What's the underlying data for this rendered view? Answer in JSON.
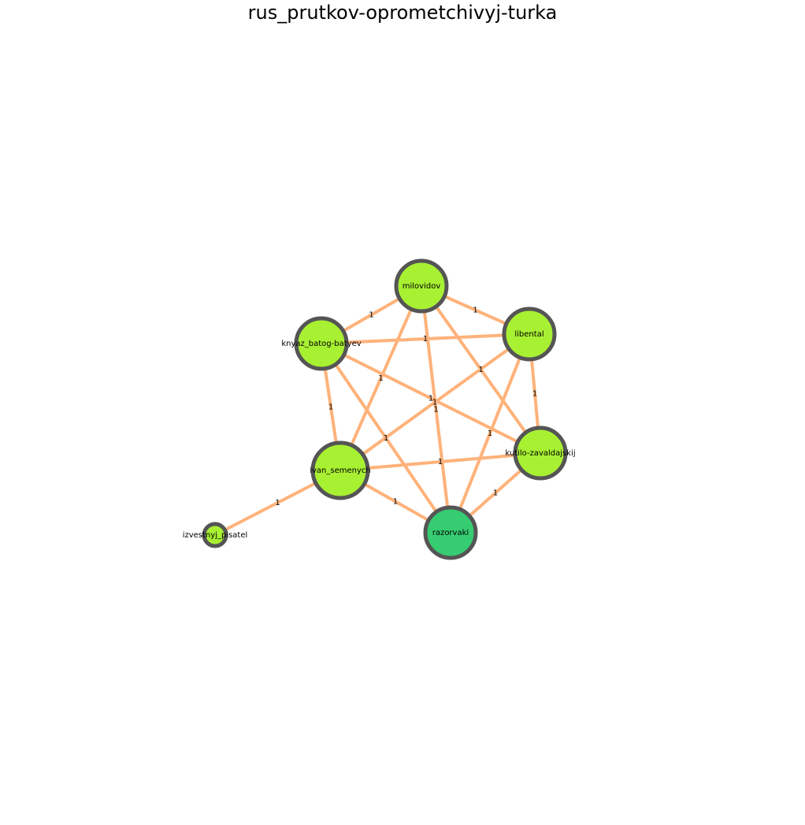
{
  "title": "rus_prutkov-oprometchivyj-turka",
  "colors": {
    "edge": "#ffb27a",
    "node_default": "#a8f032",
    "node_highlight": "#35cc72",
    "node_stroke": "#555555"
  },
  "nodes": [
    {
      "id": "milovidov",
      "label": "milovidov",
      "color": "#a8f032"
    },
    {
      "id": "libental",
      "label": "libental",
      "color": "#a8f032"
    },
    {
      "id": "knyaz_batog-batyev",
      "label": "knyaz_batog-batyev",
      "color": "#a8f032"
    },
    {
      "id": "kutilo-zavaldajskij",
      "label": "kutilo-zavaldajskij",
      "color": "#a8f032"
    },
    {
      "id": "ivan_semenych",
      "label": "ivan_semenych",
      "color": "#a8f032"
    },
    {
      "id": "razorvaki",
      "label": "razorvaki",
      "color": "#35cc72"
    },
    {
      "id": "izvestnyj_pisatel",
      "label": "izvestnyj_pisatel",
      "color": "#a8f032"
    }
  ],
  "edges": [
    {
      "source": "milovidov",
      "target": "libental",
      "label": "1"
    },
    {
      "source": "milovidov",
      "target": "knyaz_batog-batyev",
      "label": "1"
    },
    {
      "source": "milovidov",
      "target": "ivan_semenych",
      "label": "1"
    },
    {
      "source": "milovidov",
      "target": "razorvaki",
      "label": "1"
    },
    {
      "source": "milovidov",
      "target": "kutilo-zavaldajskij",
      "label": "1"
    },
    {
      "source": "libental",
      "target": "knyaz_batog-batyev",
      "label": "1"
    },
    {
      "source": "libental",
      "target": "kutilo-zavaldajskij",
      "label": "1"
    },
    {
      "source": "libental",
      "target": "ivan_semenych",
      "label": "1"
    },
    {
      "source": "libental",
      "target": "razorvaki",
      "label": "1"
    },
    {
      "source": "knyaz_batog-batyev",
      "target": "ivan_semenych",
      "label": "1"
    },
    {
      "source": "knyaz_batog-batyev",
      "target": "kutilo-zavaldajskij",
      "label": "1"
    },
    {
      "source": "knyaz_batog-batyev",
      "target": "razorvaki",
      "label": "1"
    },
    {
      "source": "kutilo-zavaldajskij",
      "target": "ivan_semenych",
      "label": "1"
    },
    {
      "source": "kutilo-zavaldajskij",
      "target": "razorvaki",
      "label": "1"
    },
    {
      "source": "ivan_semenych",
      "target": "razorvaki",
      "label": "1"
    },
    {
      "source": "ivan_semenych",
      "target": "izvestnyj_pisatel",
      "label": "1"
    }
  ]
}
